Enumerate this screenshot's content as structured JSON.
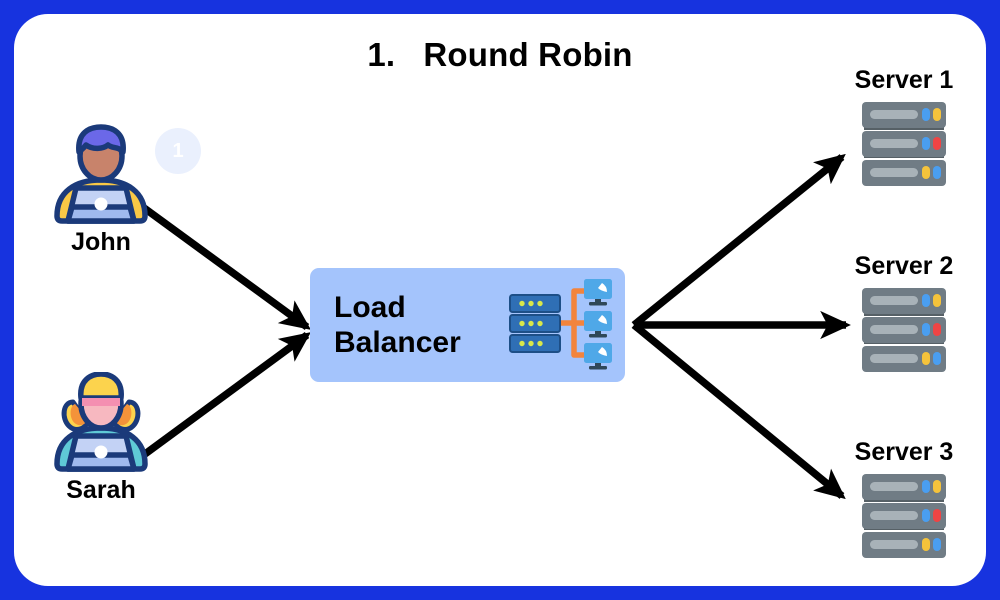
{
  "page": {
    "title": "1.   Round Robin",
    "border_color": "#1733df",
    "background_color": "#ffffff"
  },
  "clients": [
    {
      "name": "John",
      "badge": "1",
      "avatar_icon": "user-with-laptop-icon",
      "hair_color": "#6b68e8",
      "skin_color": "#c8836b",
      "shoulder_color": "#f9c846"
    },
    {
      "name": "Sarah",
      "badge": "",
      "avatar_icon": "user-with-laptop-icon",
      "hair_color": "#fcd34d",
      "skin_color": "#f7b8c0",
      "shoulder_color": "#5fc9d6"
    }
  ],
  "load_balancer": {
    "label": "Load\nBalancer",
    "box_color": "#a4c4fc",
    "icon_name": "load-balancer-network-icon",
    "icon_server_color": "#2f6fb5",
    "icon_link_color": "#f2843c",
    "icon_monitor_color": "#4fa8e8"
  },
  "servers": [
    {
      "label": "Server 1",
      "icon_name": "server-rack-icon",
      "leds": [
        [
          "#4a9ef0",
          "#f5c33b"
        ],
        [
          "#4a9ef0",
          "#ef4444"
        ],
        [
          "#f5c33b",
          "#4a9ef0"
        ]
      ]
    },
    {
      "label": "Server 2",
      "icon_name": "server-rack-icon",
      "leds": [
        [
          "#4a9ef0",
          "#f5c33b"
        ],
        [
          "#4a9ef0",
          "#ef4444"
        ],
        [
          "#f5c33b",
          "#4a9ef0"
        ]
      ]
    },
    {
      "label": "Server 3",
      "icon_name": "server-rack-icon",
      "leds": [
        [
          "#4a9ef0",
          "#f5c33b"
        ],
        [
          "#4a9ef0",
          "#ef4444"
        ],
        [
          "#f5c33b",
          "#4a9ef0"
        ]
      ]
    }
  ],
  "connections": {
    "arrow_color": "#000000",
    "inbound": [
      {
        "from": "John",
        "to": "Load Balancer"
      },
      {
        "from": "Sarah",
        "to": "Load Balancer"
      }
    ],
    "outbound": [
      {
        "from": "Load Balancer",
        "to": "Server 1"
      },
      {
        "from": "Load Balancer",
        "to": "Server 2"
      },
      {
        "from": "Load Balancer",
        "to": "Server 3"
      }
    ]
  }
}
